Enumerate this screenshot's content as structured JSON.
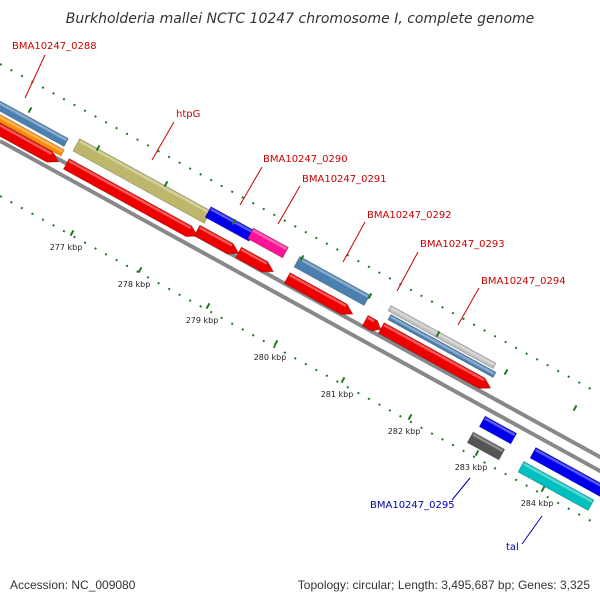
{
  "title": "Burkholderia mallei NCTC 10247 chromosome I, complete genome",
  "footer": {
    "accession": "Accession: NC_009080",
    "topology": "Topology: circular; Length: 3,495,687 bp; Genes: 3,325"
  },
  "colors": {
    "title": "#333333",
    "backbone": "#888888",
    "tick_mark": "#1f7a1f",
    "label_red": "#cc0000",
    "label_blue": "#0000aa"
  },
  "ticks": [
    "277 kbp",
    "278 kbp",
    "279 kbp",
    "280 kbp",
    "281 kbp",
    "282 kbp",
    "283 kbp",
    "284 kbp"
  ],
  "genes": [
    {
      "label": "BMA10247_0288",
      "color": "#cc0000"
    },
    {
      "label": "htpG",
      "color": "#cc0000"
    },
    {
      "label": "BMA10247_0290",
      "color": "#cc0000"
    },
    {
      "label": "BMA10247_0291",
      "color": "#cc0000"
    },
    {
      "label": "BMA10247_0292",
      "color": "#cc0000"
    },
    {
      "label": "BMA10247_0293",
      "color": "#cc0000"
    },
    {
      "label": "BMA10247_0294",
      "color": "#cc0000"
    },
    {
      "label": "BMA10247_0295",
      "color": "#0000aa"
    },
    {
      "label": "tal",
      "color": "#0000aa"
    }
  ],
  "feature_colors": {
    "cds": "#ee0000",
    "steel": "#4a7fb0",
    "orange": "#ff8c00",
    "olive": "#bdb76b",
    "blue": "#0000ee",
    "magenta": "#ff1493",
    "silver": "#c0c0c0",
    "dark": "#555555",
    "cyan": "#00c0c0"
  }
}
